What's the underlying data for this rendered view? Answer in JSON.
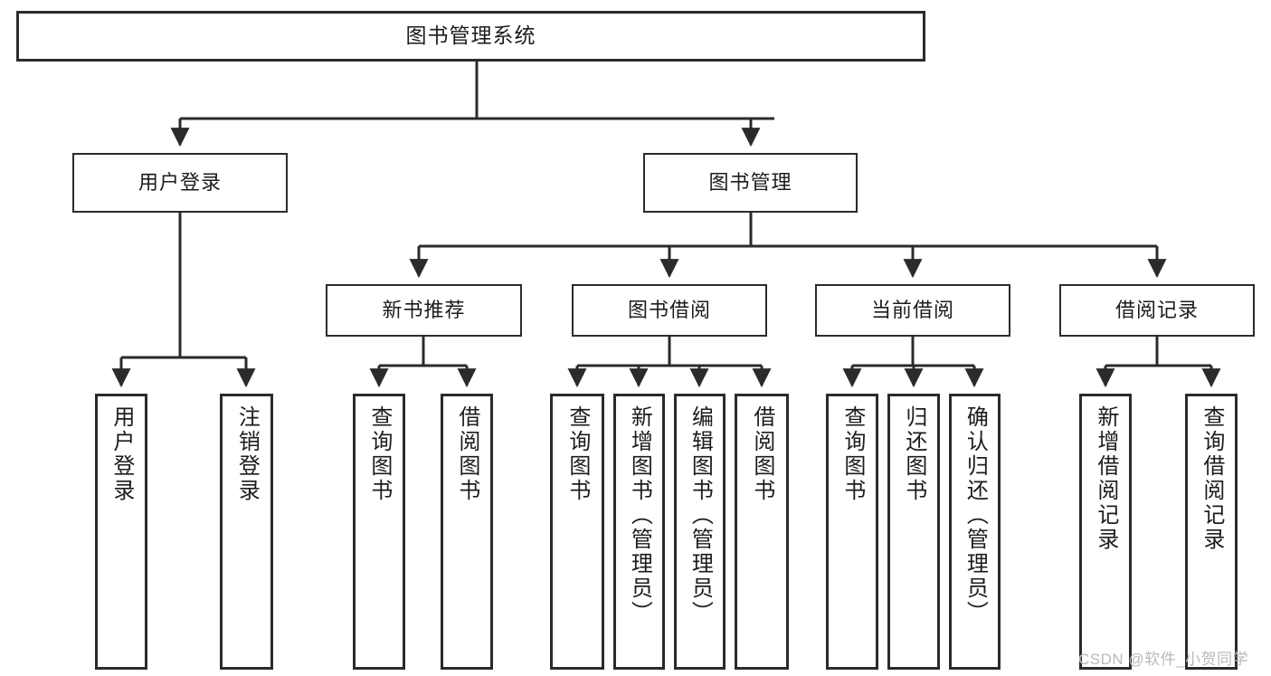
{
  "diagram": {
    "title": "图书管理系统",
    "root": {
      "id": "root",
      "label": "图书管理系统"
    },
    "tier2": [
      {
        "id": "user-login",
        "label": "用户登录"
      },
      {
        "id": "book-manage",
        "label": "图书管理"
      }
    ],
    "tier3": [
      {
        "id": "new-book-recommend",
        "label": "新书推荐"
      },
      {
        "id": "book-borrow",
        "label": "图书借阅"
      },
      {
        "id": "current-borrow",
        "label": "当前借阅"
      },
      {
        "id": "borrow-record",
        "label": "借阅记录"
      }
    ],
    "leaves": [
      {
        "id": "leaf-user-login",
        "label": "用户登录"
      },
      {
        "id": "leaf-user-logout",
        "label": "注销登录"
      },
      {
        "id": "leaf-query-book-1",
        "label": "查询图书"
      },
      {
        "id": "leaf-borrow-book-1",
        "label": "借阅图书"
      },
      {
        "id": "leaf-query-book-2",
        "label": "查询图书"
      },
      {
        "id": "leaf-add-book",
        "label": "新增图书（管理员）"
      },
      {
        "id": "leaf-edit-book",
        "label": "编辑图书（管理员）"
      },
      {
        "id": "leaf-borrow-book-2",
        "label": "借阅图书"
      },
      {
        "id": "leaf-query-book-3",
        "label": "查询图书"
      },
      {
        "id": "leaf-return-book",
        "label": "归还图书"
      },
      {
        "id": "leaf-confirm-return",
        "label": "确认归还（管理员）"
      },
      {
        "id": "leaf-add-record",
        "label": "新增借阅记录"
      },
      {
        "id": "leaf-query-record",
        "label": "查询借阅记录"
      }
    ],
    "colors": {
      "stroke": "#2b2b2b",
      "fill": "#ffffff",
      "text": "#1c1c1c",
      "watermark": "#b9b9b9"
    }
  },
  "watermark": {
    "text": "CSDN @软件_小贺同学"
  }
}
